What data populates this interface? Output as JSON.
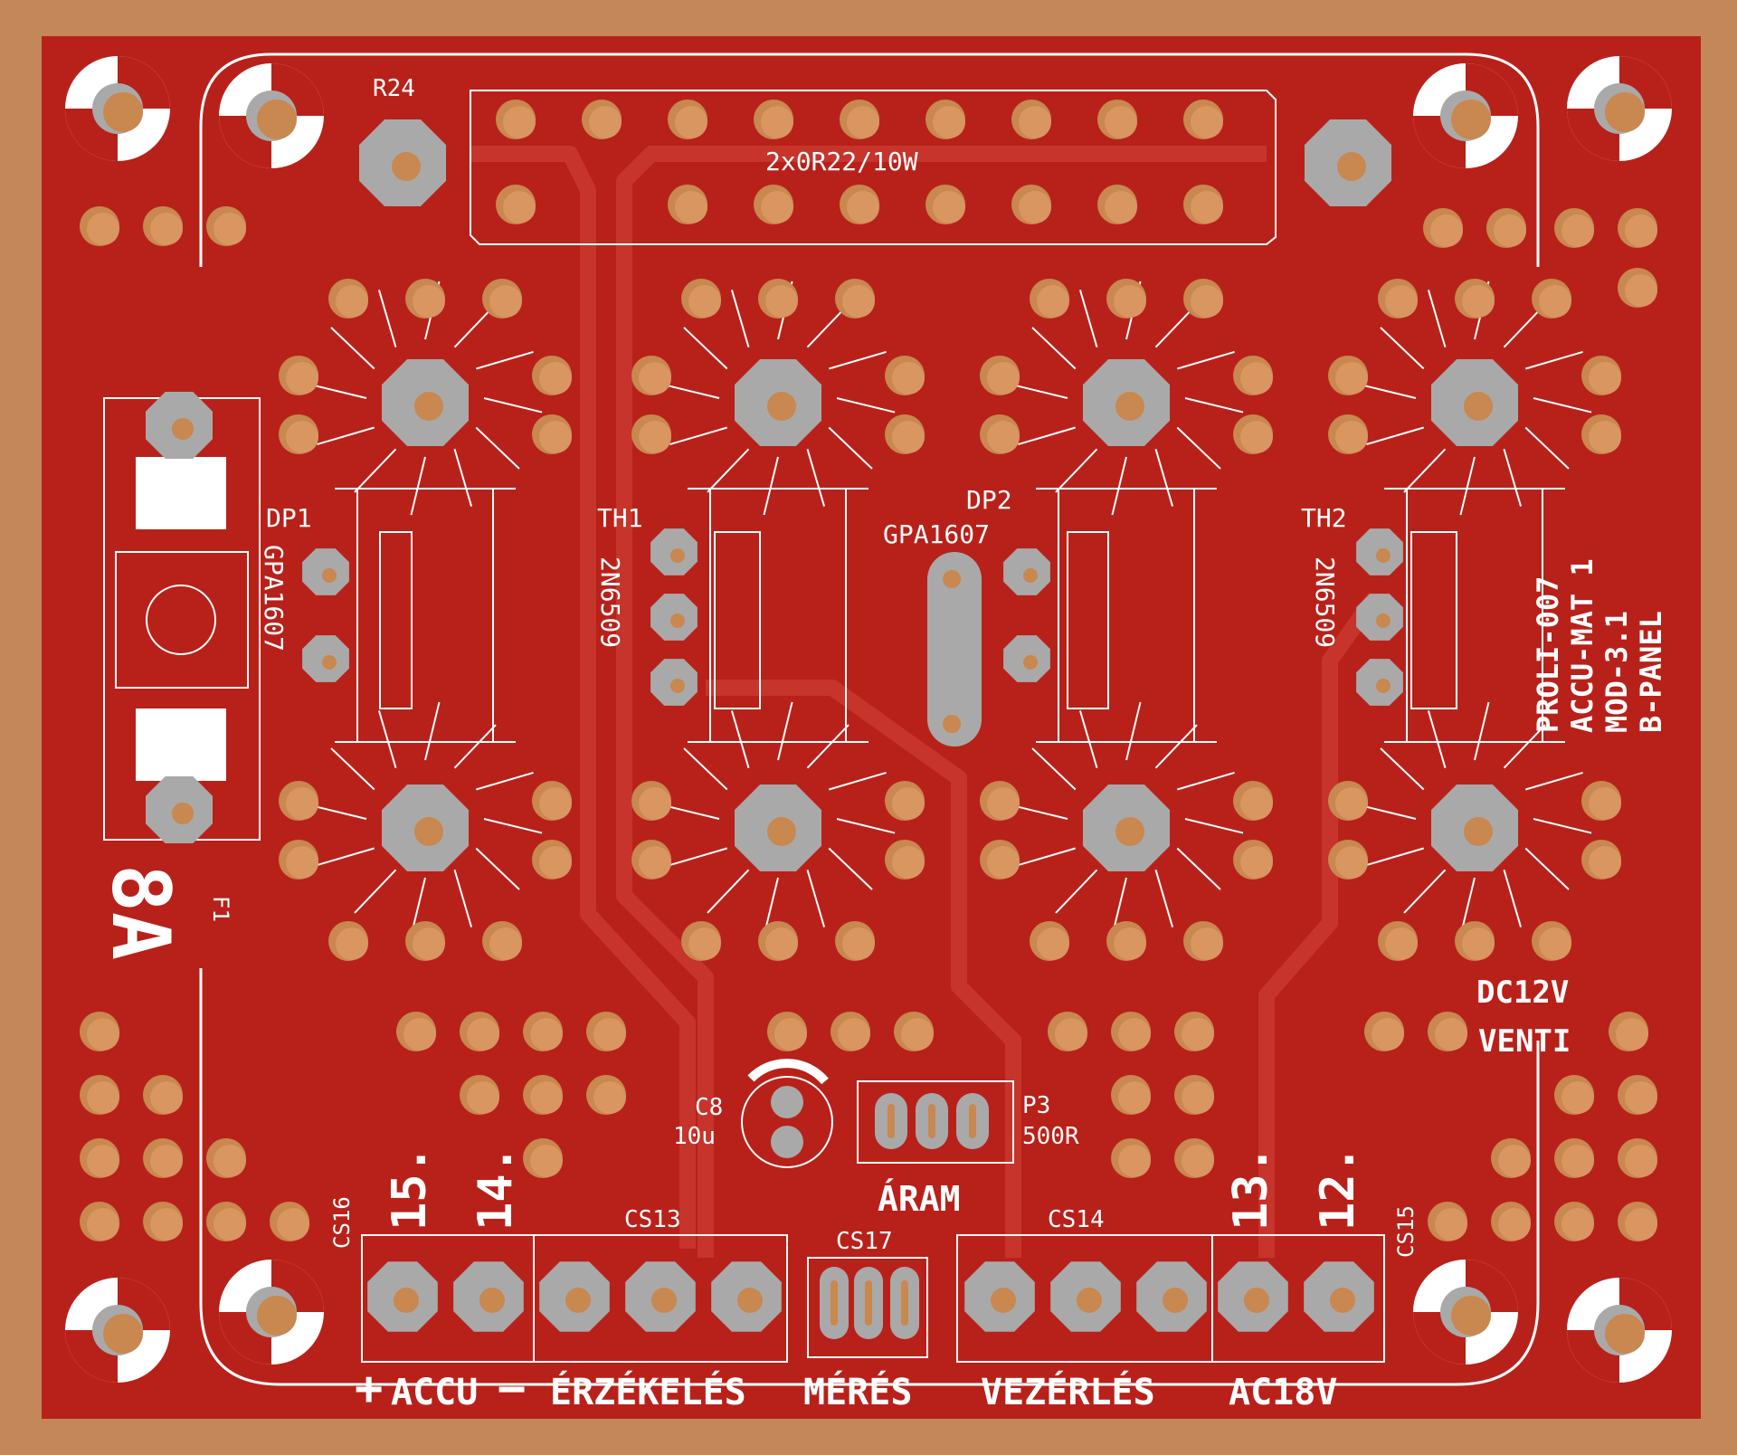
{
  "colors": {
    "substrate": "#c4875a",
    "soldermask": "#b8211a",
    "trace": "#c6342c",
    "silkscreen": "#ffffff",
    "pad": "#a9a9a9",
    "copper_hole": "#c8884f"
  },
  "labels": {
    "r24": "R24",
    "resistor_value": "2x0R22/10W",
    "dp1": "DP1",
    "dp1_part": "GPA1607",
    "th1": "TH1",
    "th1_part": "2N6509",
    "dp2": "DP2",
    "dp2_part": "GPA1607",
    "th2": "TH2",
    "th2_part": "2N6509",
    "board_line1": "PROLI-007",
    "board_line2": "ACCU-MAT 1",
    "board_line3": "MOD-3.1",
    "board_line4": "B-PANEL",
    "fuse_rating": "8A",
    "fuse_ref": "F1",
    "fan_line1": "DC12V",
    "fan_line2": "VENTI",
    "c8": "C8",
    "c8_value": "10u",
    "p3": "P3",
    "p3_value": "500R",
    "p3_function": "ÁRAM",
    "cs16": "CS16",
    "cs13": "CS13",
    "cs17": "CS17",
    "cs14": "CS14",
    "cs15": "CS15",
    "pin15": "15.",
    "pin14": "14.",
    "pin13": "13.",
    "pin12": "12.",
    "plus": "+",
    "minus": "−",
    "accu": "ACCU",
    "erzekeles": "ÉRZÉKELÉS",
    "meres": "MÉRÉS",
    "vezerles": "VEZÉRLÉS",
    "ac18v": "AC18V"
  }
}
